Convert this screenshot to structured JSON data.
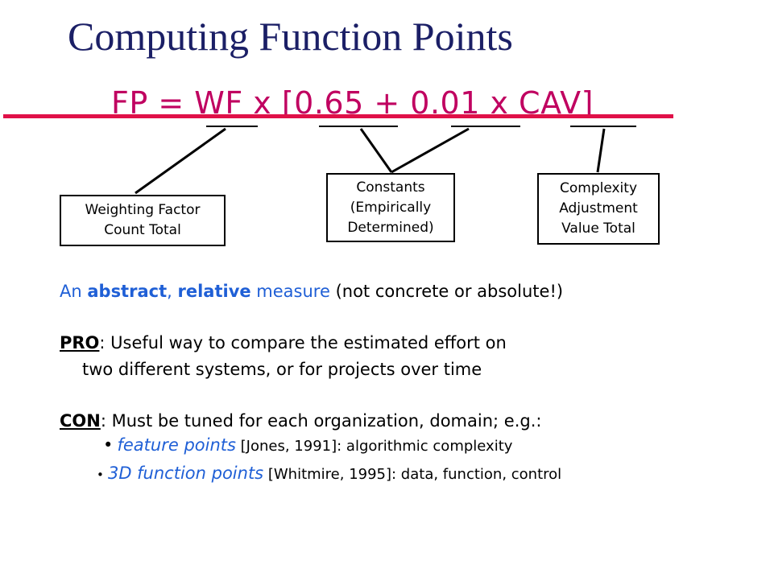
{
  "slide": {
    "title": "Computing Function Points",
    "formula": "FP = WF x [0.65 + 0.01 x CAV]",
    "boxes": {
      "weighting": "Weighting Factor\nCount Total",
      "constants": "Constants\n(Empirically\nDetermined)",
      "complexity": "Complexity\nAdjustment\nValue Total"
    },
    "line1": {
      "prefix": "An ",
      "abstract": "abstract",
      "comma": ", ",
      "relative": "relative",
      "measure": " measure",
      "suffix": " (not concrete or absolute!)"
    },
    "pro": {
      "label": "PRO",
      "text1": ": Useful way to compare the estimated effort on",
      "text2": "two different systems, or for projects over time"
    },
    "con": {
      "label": "CON",
      "text": ": Must be tuned for each organization, domain; e.g.:"
    },
    "bullets": [
      {
        "mark": "•",
        "term": "feature points",
        "ref": " [Jones, 1991]: algorithmic complexity"
      },
      {
        "mark": "•",
        "term": "3D function points",
        "ref": " [Whitmire, 1995]: data, function, control"
      }
    ]
  }
}
